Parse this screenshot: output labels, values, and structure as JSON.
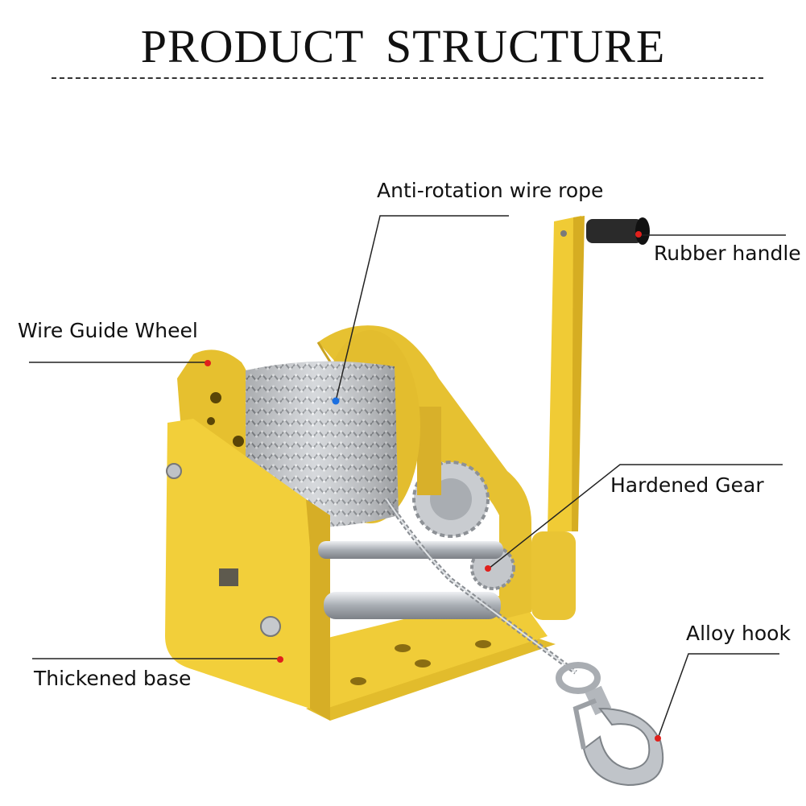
{
  "title": "PRODUCT STRUCTURE",
  "callouts": {
    "wire_rope": "Anti-rotation wire rope",
    "handle": "Rubber handle",
    "guide_wheel": "Wire Guide Wheel",
    "gear": "Hardened Gear",
    "hook": "Alloy hook",
    "base": "Thickened base"
  },
  "colors": {
    "frame_yellow": "#f2cf3a",
    "frame_shade": "#d9b12a",
    "steel": "#b9bcc0",
    "red_dot": "#e0201c",
    "blue_dot": "#1b6fe0",
    "handle_black": "#2a2a2a"
  }
}
